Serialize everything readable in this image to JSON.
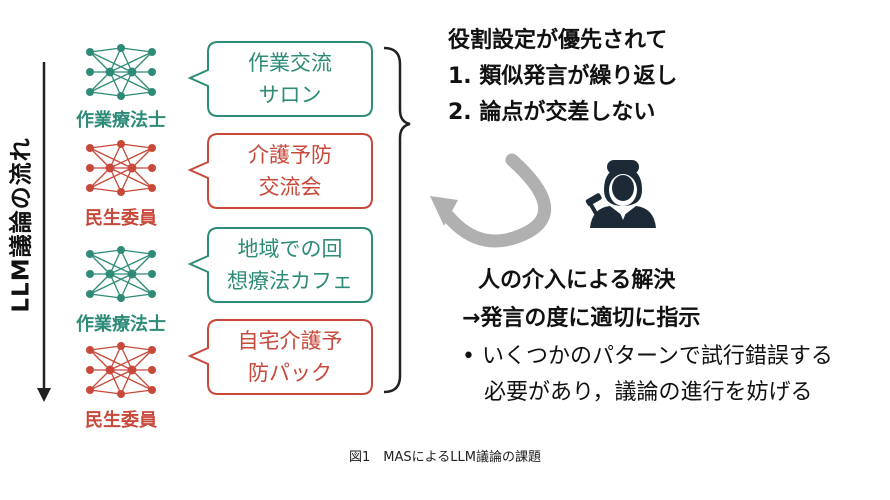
{
  "side_label": "LLM議論の流れ",
  "colors": {
    "teal": "#2e8b78",
    "red": "#c8483a",
    "gray": "#888888"
  },
  "agents": [
    {
      "role": "作業療法士",
      "topic_lines": [
        "作業交流",
        "サロン"
      ]
    },
    {
      "role": "民生委員",
      "topic_lines": [
        "介護予防",
        "交流会"
      ]
    },
    {
      "role": "作業療法士",
      "topic_lines": [
        "地域での回",
        "想療法カフェ"
      ]
    },
    {
      "role": "民生委員",
      "topic_lines": [
        "自宅介護予",
        "防パック"
      ]
    }
  ],
  "problem": {
    "heading": "役割設定が優先されて",
    "items": [
      "1. 類似発言が繰り返し",
      "2. 論点が交差しない"
    ]
  },
  "solution": {
    "heading": "人の介入による解決",
    "subheading": "→発言の度に適切に指示",
    "bullet_lines": [
      "• いくつかのパターンで試行錯誤する",
      "必要があり，議論の進行を妨げる"
    ]
  },
  "caption": "図1　MASによるLLM議論の課題"
}
